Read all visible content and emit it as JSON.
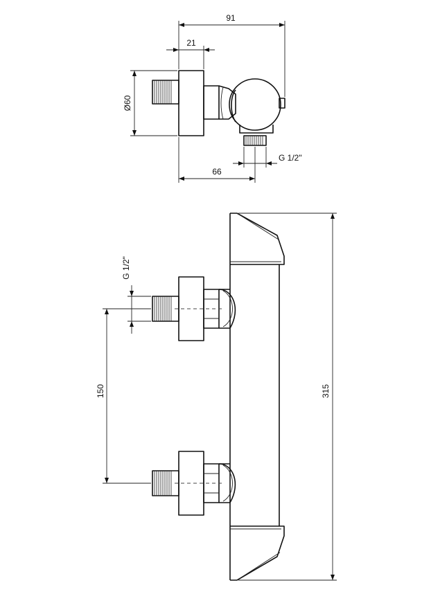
{
  "top_view": {
    "dims": {
      "width_total": "91",
      "inlet_offset": "21",
      "diameter": "Ø60",
      "outlet_offset": "66",
      "outlet_thread": "G 1/2\""
    }
  },
  "front_view": {
    "dims": {
      "inlet_thread": "G 1/2\"",
      "inlet_spacing": "150",
      "height_total": "315"
    }
  }
}
